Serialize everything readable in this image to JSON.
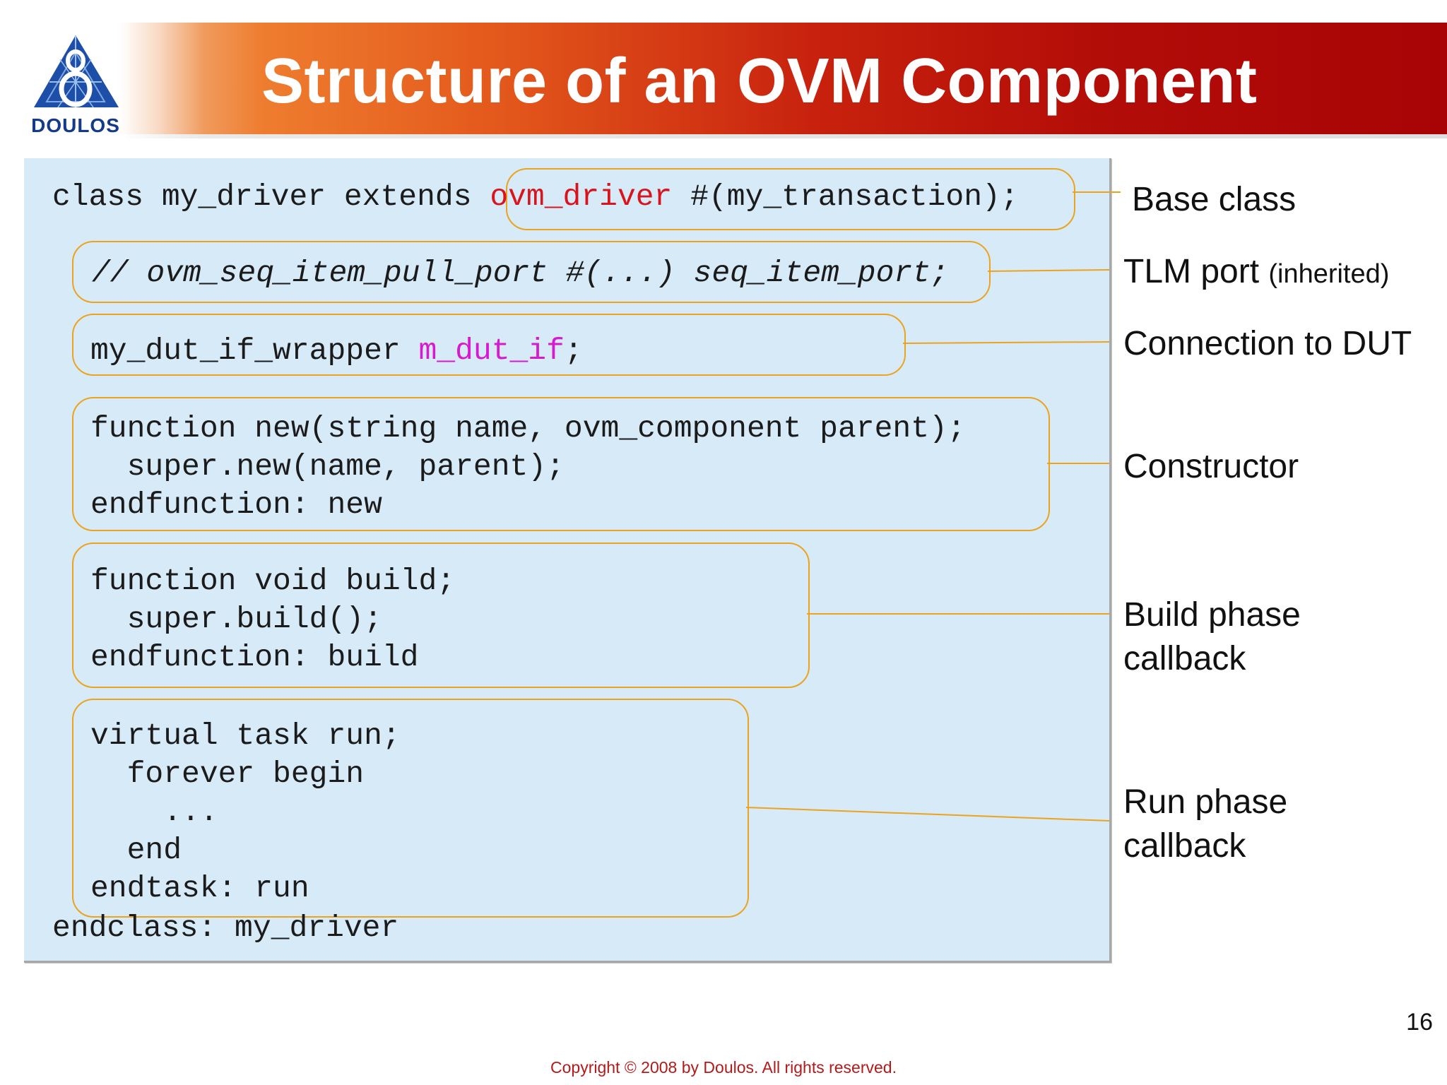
{
  "title": "Structure of an OVM Component",
  "logo": {
    "text": "DOULOS",
    "icon": "doulos-logo-icon"
  },
  "code": {
    "line1_prefix": "class my_driver extends ",
    "line1_base": "ovm_driver",
    "line1_args": " #(my_transaction);",
    "tlm_port_line": "// ovm_seq_item_pull_port #(...) seq_item_port;",
    "dut_type": "my_dut_if_wrapper ",
    "dut_var": "m_dut_if",
    "dut_semicolon": ";",
    "ctor_line1": "function new(string name, ovm_component parent);",
    "ctor_line2": "  super.new(name, parent);",
    "ctor_line3": "endfunction: new",
    "build_line1": "function void build;",
    "build_line2": "  super.build();",
    "build_line3": "endfunction: build",
    "run_line1": "virtual task run;",
    "run_line2": "  forever begin",
    "run_line3": "    ...",
    "run_line4": "  end",
    "run_line5": "endtask: run",
    "endclass_line": "endclass: my_driver"
  },
  "labels": {
    "base_class": "Base class",
    "tlm_port": "TLM port",
    "tlm_port_note": "(inherited)",
    "connection": "Connection to DUT",
    "constructor": "Constructor",
    "build_line1": "Build phase",
    "build_line2": "callback",
    "run_line1": "Run phase",
    "run_line2": "callback"
  },
  "page_number": "16",
  "copyright": "Copyright © 2008 by Doulos. All rights reserved.",
  "colors": {
    "keyword_red": "#d8141c",
    "variable_magenta": "#d61ad0",
    "callout_orange": "#eca31d",
    "panel_blue": "#d6eaf8"
  }
}
